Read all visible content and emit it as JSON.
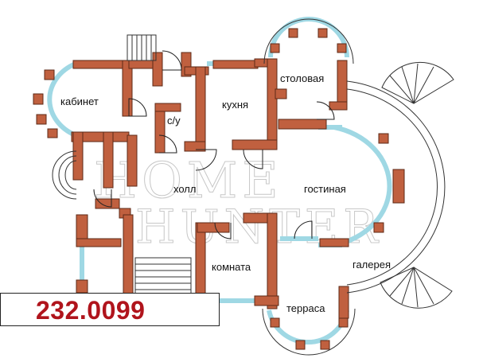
{
  "rooms": {
    "study": "кабинет",
    "wc": "с/у",
    "kitchen": "кухня",
    "dining": "столовая",
    "hall": "холл",
    "living": "гостиная",
    "room": "комната",
    "gallery": "галерея",
    "terrace": "терраса"
  },
  "watermark": {
    "line1": "HOME",
    "line2": "HUNTER"
  },
  "plan_code": "232.0099",
  "colors": {
    "wall": "#c0603f",
    "window": "#9fd8e4",
    "code": "#b0141c"
  }
}
